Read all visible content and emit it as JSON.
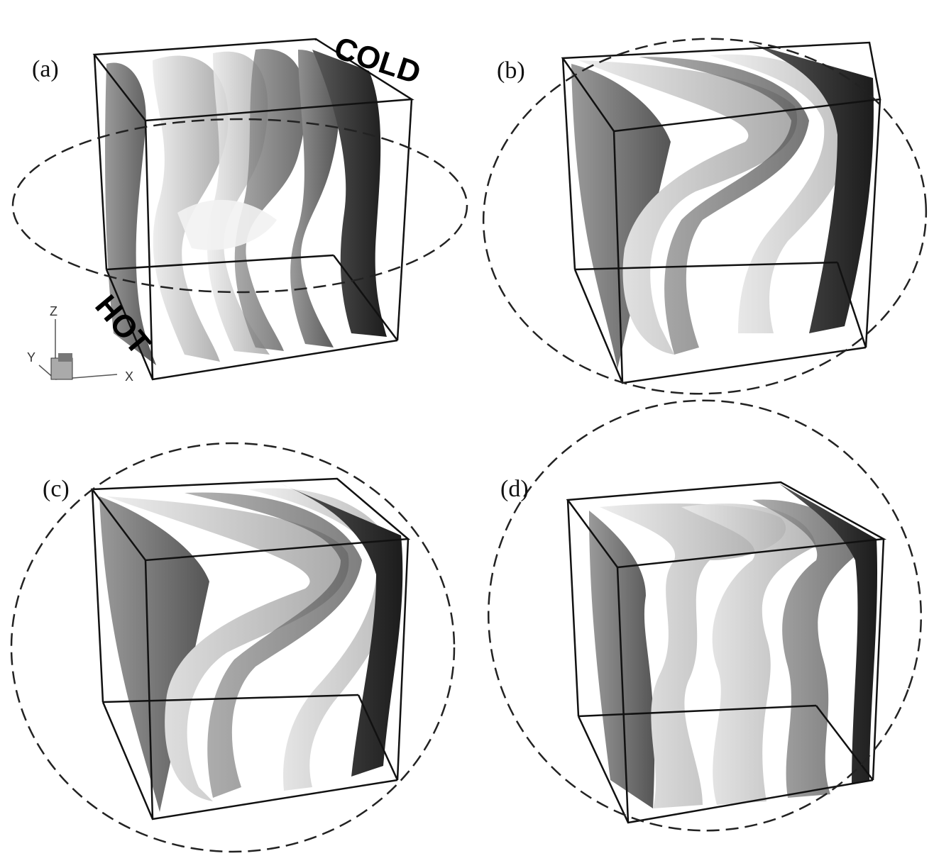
{
  "figure": {
    "panels": [
      {
        "id": "a",
        "label": "(a)"
      },
      {
        "id": "b",
        "label": "(b)"
      },
      {
        "id": "c",
        "label": "(c)"
      },
      {
        "id": "d",
        "label": "(d)"
      }
    ],
    "annotations": {
      "hot": "HOT",
      "cold": "COLD"
    },
    "axes": {
      "z": "Z",
      "y": "Y",
      "x": "X"
    },
    "colors": {
      "frame": "#111111",
      "dark_sheet": "#2e2e2e",
      "mid_sheet": "#7a7a7a",
      "light_sheet": "#d4d4d4",
      "dashed_ellipse": "#222222"
    }
  }
}
